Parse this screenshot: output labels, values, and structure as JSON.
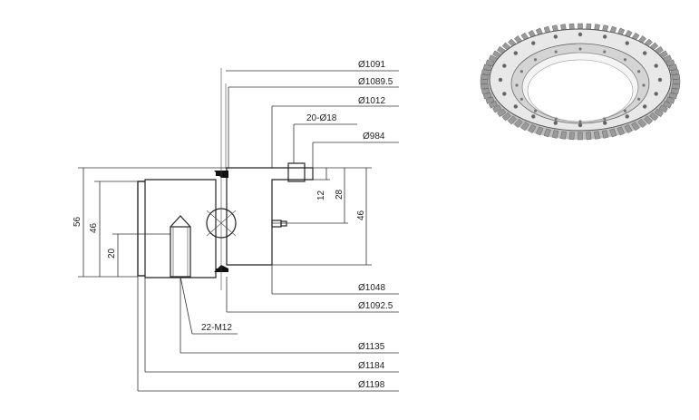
{
  "dimensions": {
    "d1091": "Ø1091",
    "d1089_5": "Ø1089.5",
    "d1012": "Ø1012",
    "holes_20": "20-Ø18",
    "d984": "Ø984",
    "h12": "12",
    "h28": "28",
    "h46_right": "46",
    "h56": "56",
    "h46_left": "46",
    "h20": "20",
    "d1048": "Ø1048",
    "d1092_5": "Ø1092.5",
    "thread_22": "22-M12",
    "d1135": "Ø1135",
    "d1184": "Ø1184",
    "d1198": "Ø1198"
  },
  "colors": {
    "line": "#222222",
    "hatch": "#555555",
    "seal": "#111111",
    "gear_fill": "#e8e8e8",
    "gear_dark": "#9a9a9a"
  }
}
